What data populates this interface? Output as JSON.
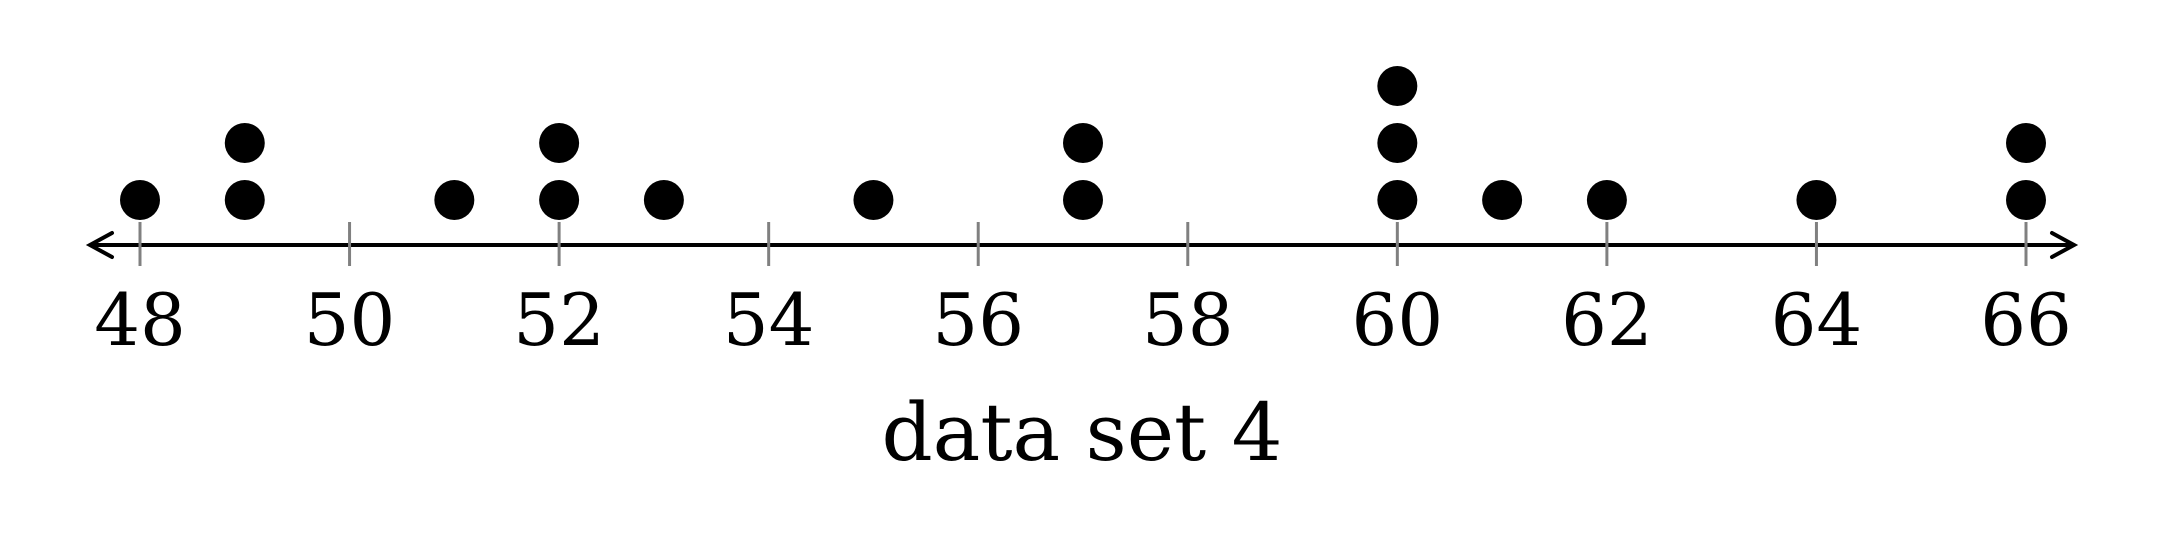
{
  "chart_data": {
    "type": "dot",
    "xlabel": "data set 4",
    "xlim": [
      48,
      66
    ],
    "ticks": [
      48,
      50,
      52,
      54,
      56,
      58,
      60,
      62,
      64,
      66
    ],
    "tick_labels": [
      "48",
      "50",
      "52",
      "54",
      "56",
      "58",
      "60",
      "62",
      "64",
      "66"
    ],
    "points": [
      {
        "x": 48,
        "count": 1
      },
      {
        "x": 49,
        "count": 2
      },
      {
        "x": 51,
        "count": 1
      },
      {
        "x": 52,
        "count": 2
      },
      {
        "x": 53,
        "count": 1
      },
      {
        "x": 55,
        "count": 1
      },
      {
        "x": 57,
        "count": 2
      },
      {
        "x": 60,
        "count": 3
      },
      {
        "x": 61,
        "count": 1
      },
      {
        "x": 62,
        "count": 1
      },
      {
        "x": 64,
        "count": 1
      },
      {
        "x": 66,
        "count": 2
      }
    ],
    "grid": false,
    "colors": {
      "dot": "#000000",
      "axis": "#000000",
      "tick": "#808080"
    }
  }
}
